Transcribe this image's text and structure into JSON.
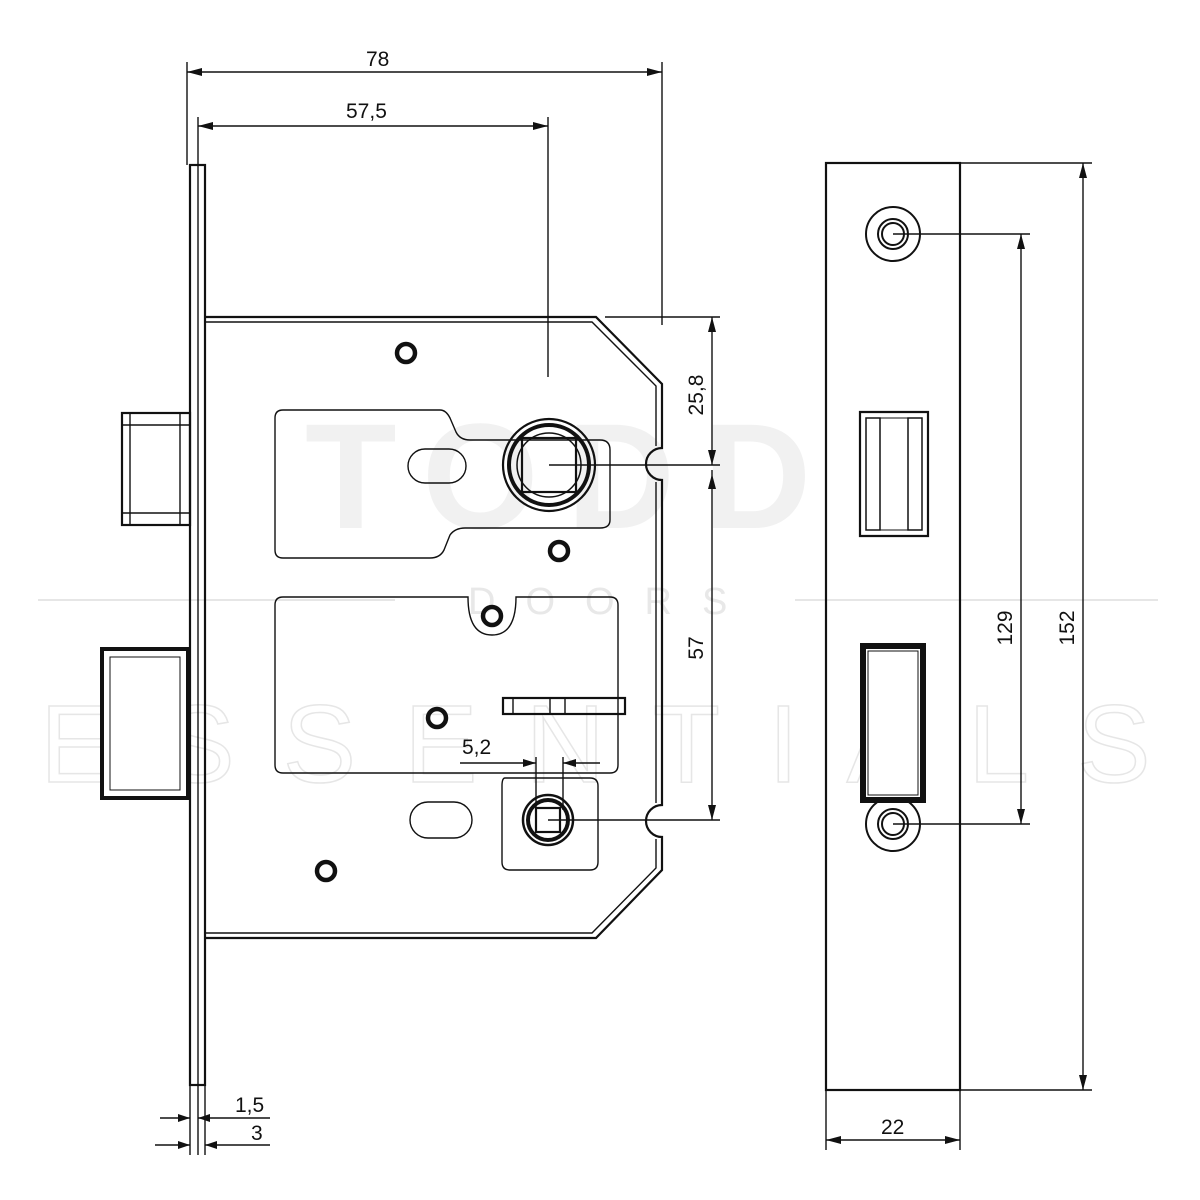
{
  "watermark": {
    "brand": "TODD",
    "sub": "DOORS",
    "tagline": "ESSENTIALS"
  },
  "dimensions": {
    "overall_depth": "78",
    "backset": "57,5",
    "forend_thickness": "1,5",
    "forend_plate": "3",
    "follower_to_top": "25,8",
    "centres": "57",
    "key_width": "5,2",
    "fixing_centres": "129",
    "forend_height": "152",
    "forend_width": "22"
  }
}
